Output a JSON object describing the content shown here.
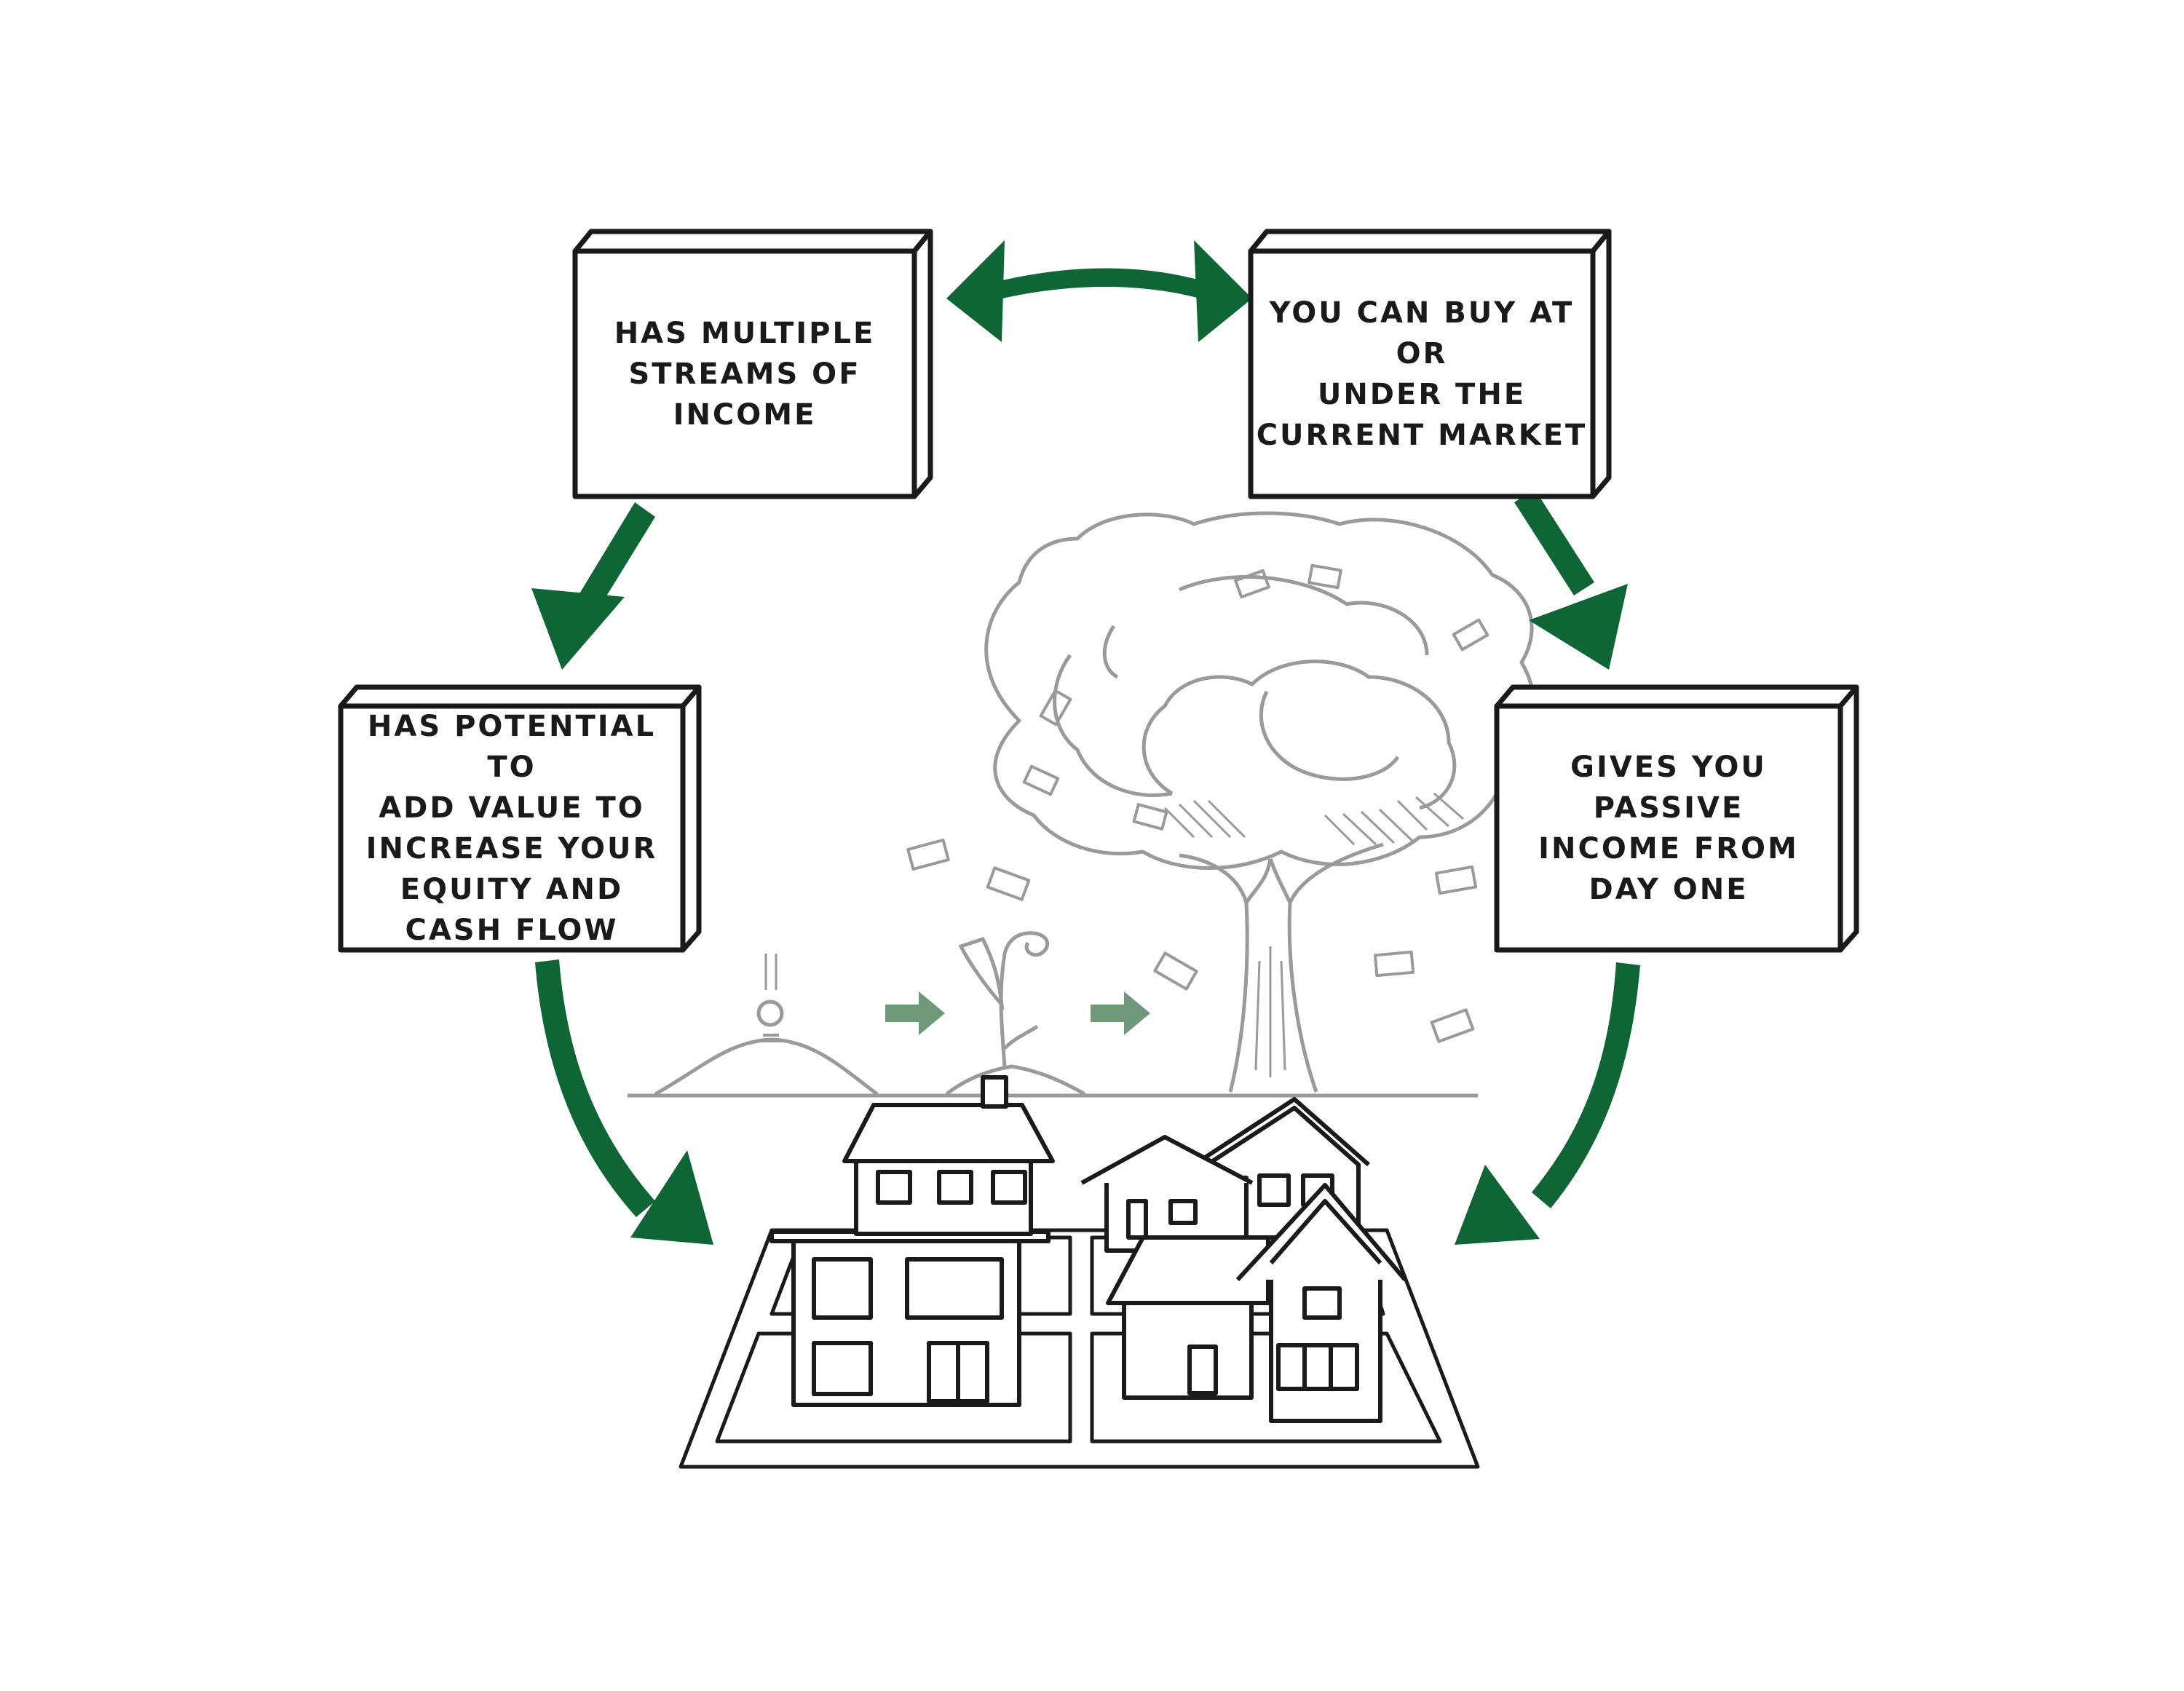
{
  "diagram": {
    "colors": {
      "arrow": "#0d6633",
      "ink": "#1a1a1a",
      "sketch": "#9a9a9a",
      "growth_arrow": "#6e9a7a"
    },
    "nodes": [
      {
        "id": "multiple-streams",
        "text": "HAS MULTIPLE\nSTREAMS OF\nINCOME"
      },
      {
        "id": "buy-under-market",
        "text": "YOU CAN BUY AT OR\nUNDER THE\nCURRENT MARKET"
      },
      {
        "id": "add-value",
        "text": "HAS POTENTIAL TO\nADD VALUE TO\nINCREASE YOUR\nEQUITY AND\nCASH FLOW"
      },
      {
        "id": "passive-income",
        "text": "GIVES YOU PASSIVE\nINCOME FROM\nDAY ONE"
      }
    ],
    "edges": [
      {
        "from": "multiple-streams",
        "to": "buy-under-market",
        "style": "double-arrow"
      },
      {
        "from": "multiple-streams",
        "to": "add-value",
        "style": "arrow"
      },
      {
        "from": "buy-under-market",
        "to": "passive-income",
        "style": "arrow"
      },
      {
        "from": "add-value",
        "to": "houses",
        "style": "arrow"
      },
      {
        "from": "passive-income",
        "to": "houses",
        "style": "arrow"
      }
    ],
    "illustrations": [
      "money-tree-icon",
      "seed-hill-icon",
      "sprout-icon",
      "houses-icon"
    ]
  }
}
